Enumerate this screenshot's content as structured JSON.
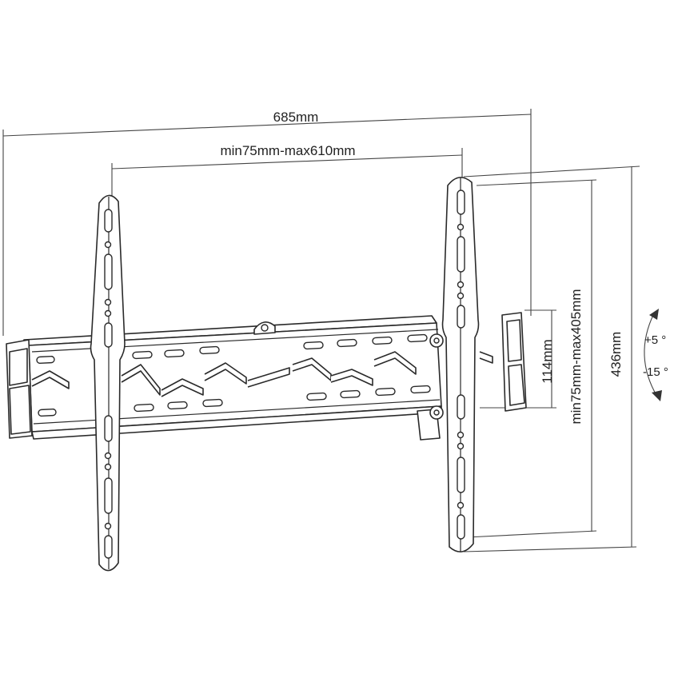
{
  "dimensions": {
    "overall_width": "685mm",
    "vesa_horizontal": "min75mm-max610mm",
    "overall_height": "436mm",
    "vesa_vertical": "min75mm-max405mm",
    "wall_plate_height": "114mm"
  },
  "tilt": {
    "up": "+5 °",
    "down": "-15 °"
  }
}
